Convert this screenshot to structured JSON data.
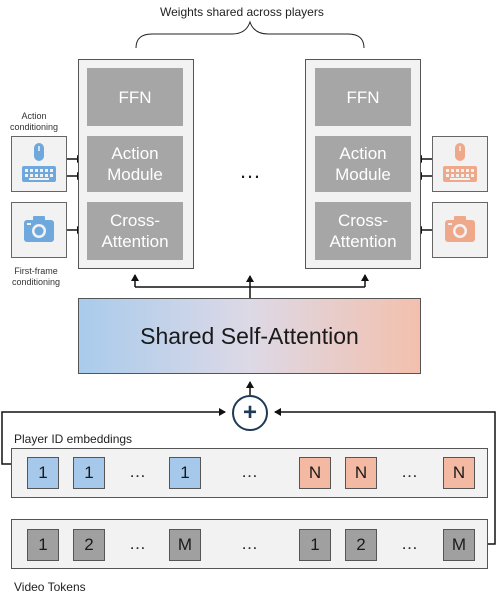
{
  "title": "Weights shared across players",
  "blocks": {
    "ffn": "FFN",
    "action_module": "Action\nModule",
    "cross_attention": "Cross-\nAttention",
    "ellipsis": "…"
  },
  "conditioning": {
    "action": "Action\nconditioning",
    "first_frame": "First-frame\nconditioning"
  },
  "shared_self_attention": "Shared Self-Attention",
  "plus": "+",
  "player_ids": {
    "label": "Player ID embeddings",
    "tokens": [
      "1",
      "1",
      "…",
      "1",
      "…",
      "N",
      "N",
      "…",
      "N"
    ]
  },
  "video_tokens": {
    "label": "Video Tokens",
    "tokens": [
      "1",
      "2",
      "…",
      "M",
      "…",
      "1",
      "2",
      "…",
      "M"
    ]
  },
  "colors": {
    "player1": "#a6c8ea",
    "playerN": "#f3b9a2",
    "video": "#a0a0a0",
    "icon_blue": "#6fa8dc",
    "icon_peach": "#f0a88a"
  }
}
